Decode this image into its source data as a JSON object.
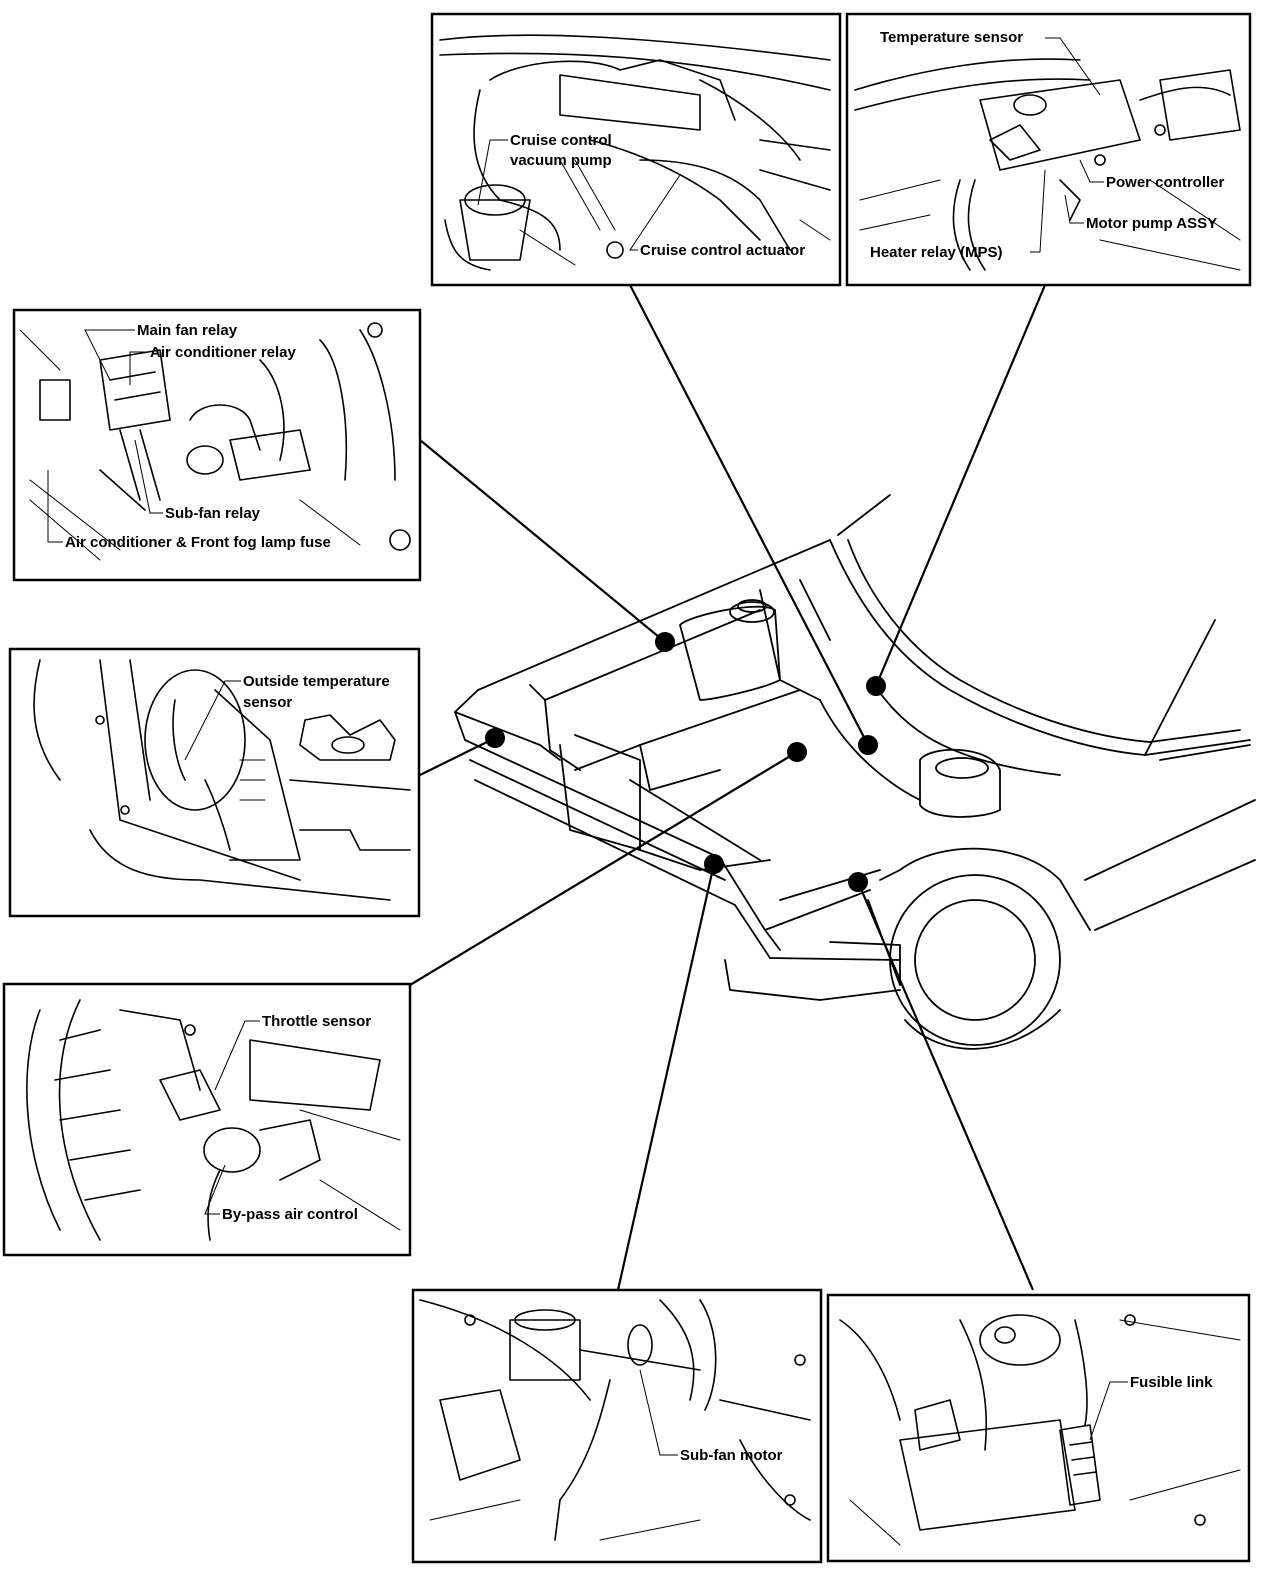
{
  "labels": {
    "cruise_control_vacuum_pump_1": "Cruise control",
    "cruise_control_vacuum_pump_2": "vacuum pump",
    "cruise_control_actuator": "Cruise control actuator",
    "temperature_sensor": "Temperature sensor",
    "power_controller": "Power controller",
    "motor_pump_assy": "Motor pump ASSY",
    "heater_relay_mps": "Heater relay (MPS)",
    "main_fan_relay": "Main fan relay",
    "air_conditioner_relay": "Air conditioner relay",
    "sub_fan_relay": "Sub-fan relay",
    "ac_front_fog_lamp_fuse": "Air conditioner & Front fog lamp fuse",
    "outside_temperature_sensor_1": "Outside temperature",
    "outside_temperature_sensor_2": "sensor",
    "throttle_sensor": "Throttle sensor",
    "by_pass_air_control": "By-pass air control",
    "sub_fan_motor": "Sub-fan motor",
    "fusible_link": "Fusible link"
  }
}
